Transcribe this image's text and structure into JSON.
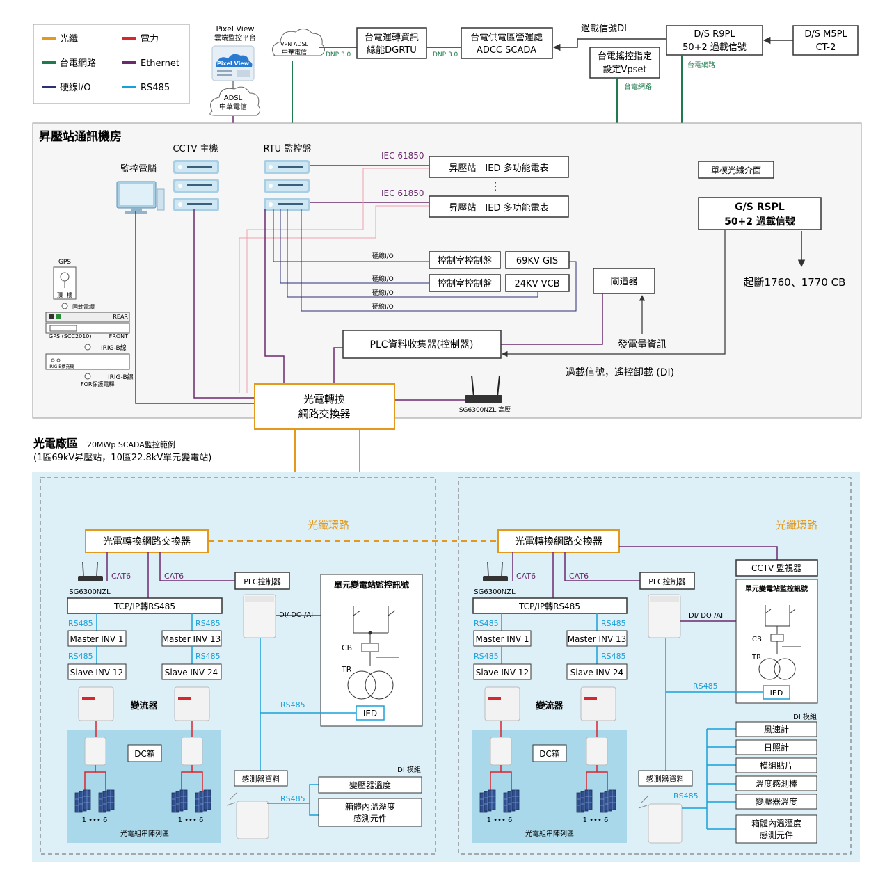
{
  "legend": {
    "fiber": "光纖",
    "power": "電力",
    "taipower_net": "台電網路",
    "ethernet": "Ethernet",
    "hardwire": "硬線I/O",
    "rs485": "RS485"
  },
  "colors": {
    "fiber": "#e39a1c",
    "power": "#d9262c",
    "taipower": "#1f7a4d",
    "ethernet": "#6b2a6e",
    "hardwire": "#2a2f7a",
    "rs485": "#1aa0d8",
    "zone_bg": "#ddeff7",
    "pv_bg": "#a9d8ea"
  },
  "top": {
    "pixelview_title": "Pixel View",
    "pixelview_sub": "雲端監控平台",
    "pixelview_logo": "Pixel View",
    "adsl_cloud_1": "ADSL",
    "adsl_cloud_2": "中華電信",
    "vpn_cloud_1": "VPN ADSL",
    "vpn_cloud_2": "中華電信",
    "dnp_left": "DNP 3.0",
    "dnp_right": "DNP 3.0",
    "dgrtu_1": "台電運轉資訊",
    "dgrtu_2": "綠能DGRTU",
    "adcc_1": "台電供電區營運處",
    "adcc_2": "ADCC SCADA",
    "overload_di": "過載信號DI",
    "r9pl_1": "D/S R9PL",
    "r9pl_2": "50+2 過載信號",
    "m5pl_1": "D/S M5PL",
    "m5pl_2": "CT-2",
    "vpset_1": "台電搖控指定",
    "vpset_2": "設定Vpset",
    "taipower_net_a": "台電網路",
    "taipower_net_b": "台電網路"
  },
  "substation": {
    "title": "昇壓站通訊機房",
    "monitor_pc": "監控電腦",
    "cctv_host": "CCTV 主機",
    "rtu_panel": "RTU 監控盤",
    "iec1": "IEC 61850",
    "iec2": "IEC 61850",
    "ied_meter_1": "昇壓站　IED 多功能電表",
    "ied_meter_2": "昇壓站　IED 多功能電表",
    "vdots": "⋮",
    "hw1": "硬線I/O",
    "hw2": "硬線I/O",
    "hw3": "硬線I/O",
    "hw4": "硬線I/O",
    "ctrl_panel_1": "控制室控制盤",
    "ctrl_panel_2": "控制室控制盤",
    "gis": "69KV GIS",
    "vcb": "24KV VCB",
    "gateway": "閘道器",
    "single_mode": "單模光纖介面",
    "rspl_1": "G/S RSPL",
    "rspl_2": "50+2 過載信號",
    "trip": "起斷1760、1770 CB",
    "plc_collector": "PLC資料收集器(控制器)",
    "gen_info": "發電量資訊",
    "overload_shed": "過載信號，遙控卸載 (DI)",
    "gps": "GPS",
    "gps_roof_1": "頂",
    "gps_roof_2": "樓",
    "coax": "同軸電纜",
    "rear": "REAR",
    "front": "FRONT",
    "gps_model": "GPS (SCC2010)",
    "irigb_1": "IRIG-B線",
    "irigb_ext": "IRIG-B擴充機",
    "irigb_2": "IRIG-B線",
    "for_relay": "FOR保護電驛",
    "switch_1": "光電轉換",
    "switch_2": "網路交換器",
    "router": "SG6300NZL 高壓"
  },
  "plant": {
    "title": "光電廠區",
    "subtitle": "20MWp SCADA監控範例",
    "subtitle2": "(1區69kV昇壓站，10區22.8kV單元變電站)",
    "fiber_ring_1": "光纖環路",
    "fiber_ring_2": "光纖環路",
    "left": {
      "switch": "光電轉換網路交換器",
      "router": "SG6300NZL",
      "cat6_1": "CAT6",
      "cat6_2": "CAT6",
      "plc": "PLC控制器",
      "tcpip": "TCP/IP轉RS485",
      "rs485_a": "RS485",
      "rs485_b": "RS485",
      "rs485_c": "RS485",
      "rs485_d": "RS485",
      "master1": "Master INV 1",
      "master13": "Master INV 13",
      "slave12": "Slave INV 12",
      "slave24": "Slave INV 24",
      "inverter": "變流器",
      "dcbox": "DC箱",
      "pv_num_1": "1 ••• 6",
      "pv_num_2": "1 ••• 6",
      "pv_area": "光電組串陣列區",
      "dido": "DI/ DO /AI",
      "unit_title": "單元變電站監控訊號",
      "cb": "CB",
      "tr": "TR",
      "ied": "IED",
      "rs485_ied": "RS485",
      "sensor": "感測器資料",
      "rs485_sensor": "RS485",
      "di_module": "DI 模組",
      "trans_temp": "變壓器溫度",
      "box_temp_1": "箱體內溫溼度",
      "box_temp_2": "感測元件"
    },
    "right": {
      "switch": "光電轉換網路交換器",
      "router": "SG6300NZL",
      "cat6_1": "CAT6",
      "cat6_2": "CAT6",
      "plc": "PLC控制器",
      "tcpip": "TCP/IP轉RS485",
      "rs485_a": "RS485",
      "rs485_b": "RS485",
      "rs485_c": "RS485",
      "rs485_d": "RS485",
      "master1": "Master INV 1",
      "master13": "Master INV 13",
      "slave12": "Slave INV 12",
      "slave24": "Slave INV 24",
      "inverter": "變流器",
      "dcbox": "DC箱",
      "pv_num_1": "1 ••• 6",
      "pv_num_2": "1 ••• 6",
      "pv_area": "光電組串陣列區",
      "dido": "DI/ DO /AI",
      "cctv_monitor": "CCTV 監視器",
      "unit_title": "單元變電站監控訊號",
      "cb": "CB",
      "tr": "TR",
      "ied": "IED",
      "rs485_ied": "RS485",
      "sensor": "感測器資料",
      "rs485_sensor": "RS485",
      "di_module": "DI 模組",
      "wind": "風速計",
      "sun": "日照計",
      "module_temp": "模組貼片",
      "temp_rod": "溫度感測棒",
      "trans_temp": "變壓器溫度",
      "box_temp_1": "箱體內溫溼度",
      "box_temp_2": "感測元件"
    }
  }
}
